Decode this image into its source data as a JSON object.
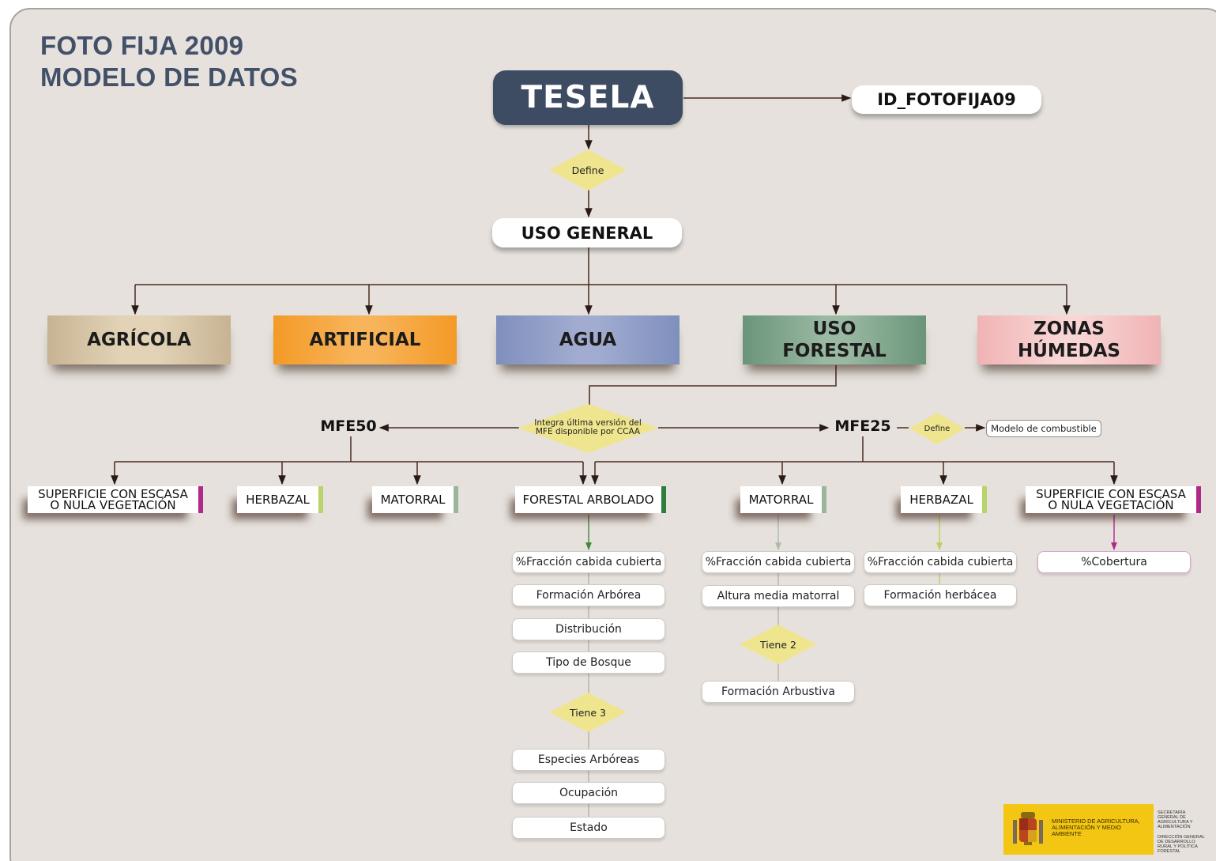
{
  "title": {
    "line1": "FOTO FIJA 2009",
    "line2": "MODELO DE DATOS"
  },
  "nodes": {
    "tesela": "TESELA",
    "id_fotofija": "ID_FOTOFIJA09",
    "define_top": "Define",
    "uso_general": "USO GENERAL",
    "categories": {
      "agricola": "AGRÍCOLA",
      "artificial": "ARTIFICIAL",
      "agua": "AGUA",
      "uso_forestal": "USO FORESTAL",
      "zonas_humedas": "ZONAS HÚMEDAS"
    },
    "integra": "Integra última versión del MFE disponible por CCAA",
    "mfe50": "MFE50",
    "mfe25": "MFE25",
    "define_mfe25": "Define",
    "modelo_combustible": "Modelo de combustible"
  },
  "subclasses": {
    "mfe50_superficie": "SUPERFICIE CON ESCASA O NULA VEGETACIÓN",
    "mfe50_herbazal": "HERBAZAL",
    "mfe50_matorral": "MATORRAL",
    "forestal_arbolado": "FORESTAL ARBOLADO",
    "mfe25_matorral": "MATORRAL",
    "mfe25_herbazal": "HERBAZAL",
    "mfe25_superficie": "SUPERFICIE CON ESCASA O NULA VEGETACIÓN"
  },
  "attributes": {
    "arbolado": [
      "%Fracción cabida cubierta",
      "Formación Arbórea",
      "Distribución",
      "Tipo de Bosque"
    ],
    "arbolado_tiene": "Tiene 3",
    "arbolado_species": [
      "Especies Arbóreas",
      "Ocupación",
      "Estado"
    ],
    "matorral": [
      "%Fracción cabida cubierta",
      "Altura media matorral"
    ],
    "matorral_tiene": "Tiene 2",
    "matorral_formacion": "Formación Arbustiva",
    "herbazal": [
      "%Fracción cabida cubierta",
      "Formación herbácea"
    ],
    "superficie": "%Cobertura"
  },
  "logo": {
    "ministry": "MINISTERIO DE AGRICULTURA, ALIMENTACIÓN Y MEDIO AMBIENTE",
    "secretaria": "SECRETARÍA GENERAL DE AGRICULTURA Y ALIMENTACIÓN",
    "direccion": "DIRECCIÓN GENERAL DE DESARROLLO RURAL Y POLÍTICA FORESTAL"
  },
  "colors": {
    "tesela": "#3e4c63",
    "title": "#425068",
    "agricola": "#d8c7a6",
    "artificial": "#f6a43a",
    "agua": "#8d9bc4",
    "uso_forestal": "#7ea48a",
    "zonas_humedas": "#f3c3c4",
    "diamond": "#efe58e",
    "connector": "#4a2a22",
    "forestal_bar": "#2e7d3c",
    "matorral_bar": "#9bb59c",
    "herbazal_bar": "#b8d46a",
    "superficie_bar": "#b0288a"
  }
}
